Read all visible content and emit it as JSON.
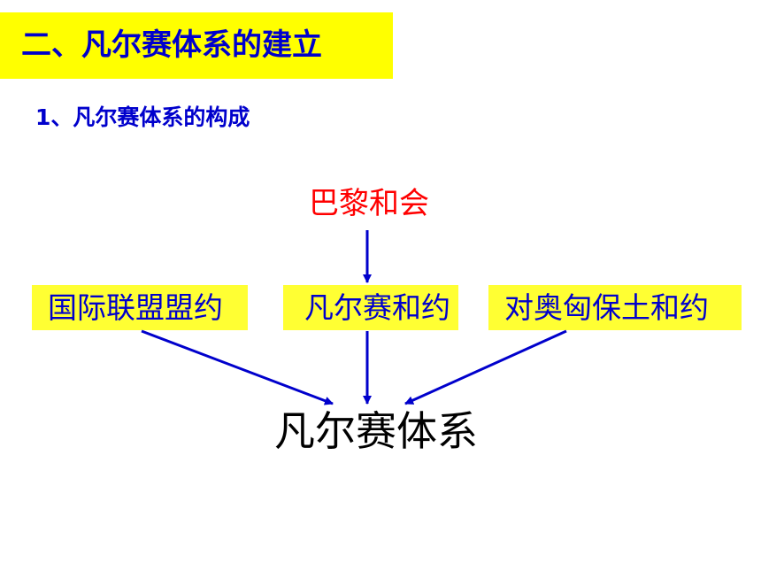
{
  "section_title": "二、凡尔赛体系的建立",
  "subtitle": "1、凡尔赛体系的构成",
  "diagram": {
    "top_node": "巴黎和会",
    "middle_nodes": [
      "国际联盟盟约",
      "凡尔赛和约",
      "对奥匈保土和约"
    ],
    "bottom_node": "凡尔赛体系"
  },
  "colors": {
    "title_bg": "#ffff00",
    "box_bg": "#ffff33",
    "title_text": "#0000cc",
    "top_node_text": "#ff0000",
    "arrow": "#0000cc",
    "bottom_node_text": "#000000"
  }
}
